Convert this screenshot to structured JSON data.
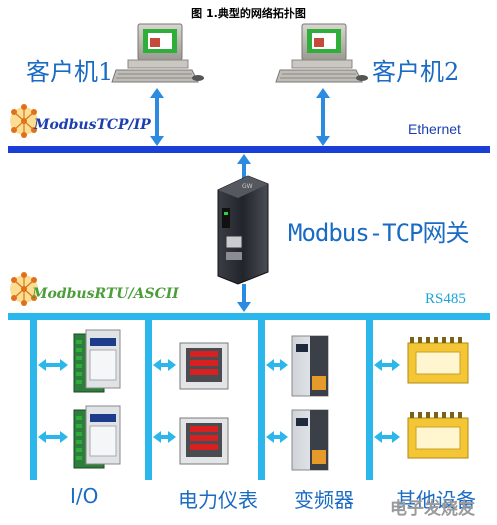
{
  "title": "图 1.典型的网络拓扑图",
  "clients": [
    {
      "label": "客户机1"
    },
    {
      "label": "客户机2"
    }
  ],
  "protocols": {
    "top": "ModbusTCP/IP",
    "bottom": "ModbusRTU/ASCII"
  },
  "buses": {
    "top": "Ethernet",
    "bottom": "RS485"
  },
  "gateway": {
    "label": "Modbus-TCP网关"
  },
  "devices": [
    {
      "label": "I/O"
    },
    {
      "label": "电力仪表"
    },
    {
      "label": "变频器"
    },
    {
      "label": "其他设备"
    }
  ],
  "watermark": "电子发烧友",
  "colors": {
    "ethernet_bus": "#1a3fd6",
    "rs485_bus": "#2bb6ec",
    "label_blue": "#1a6bc4"
  }
}
